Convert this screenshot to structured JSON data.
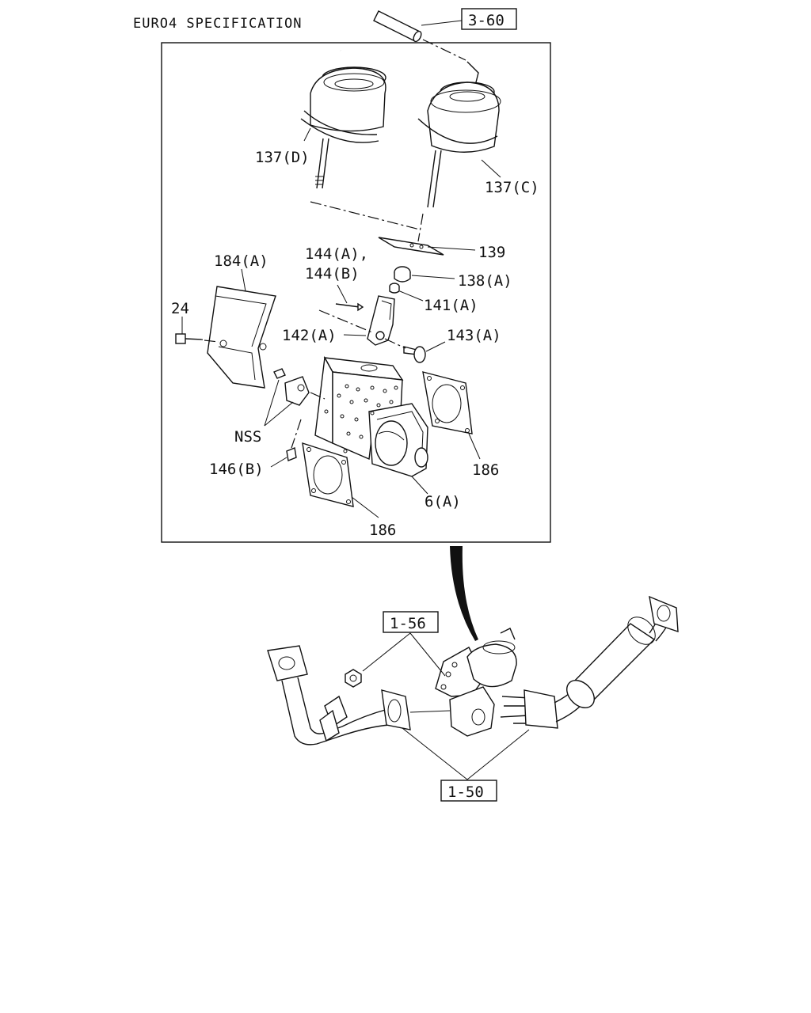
{
  "header": {
    "title": "EURO4 SPECIFICATION"
  },
  "refs": {
    "r360": "3-60",
    "r156": "1-56",
    "r150": "1-50"
  },
  "labels": {
    "p137d": "137(D)",
    "p137c": "137(C)",
    "p139": "139",
    "p144a": "144(A),",
    "p144b": "144(B)",
    "p138a": "138(A)",
    "p141a": "141(A)",
    "p184a": "184(A)",
    "p24": "24",
    "p142a": "142(A)",
    "p143a": "143(A)",
    "nss": "NSS",
    "p146b": "146(B)",
    "p186a": "186",
    "p186b": "186",
    "p6a": "6(A)"
  }
}
